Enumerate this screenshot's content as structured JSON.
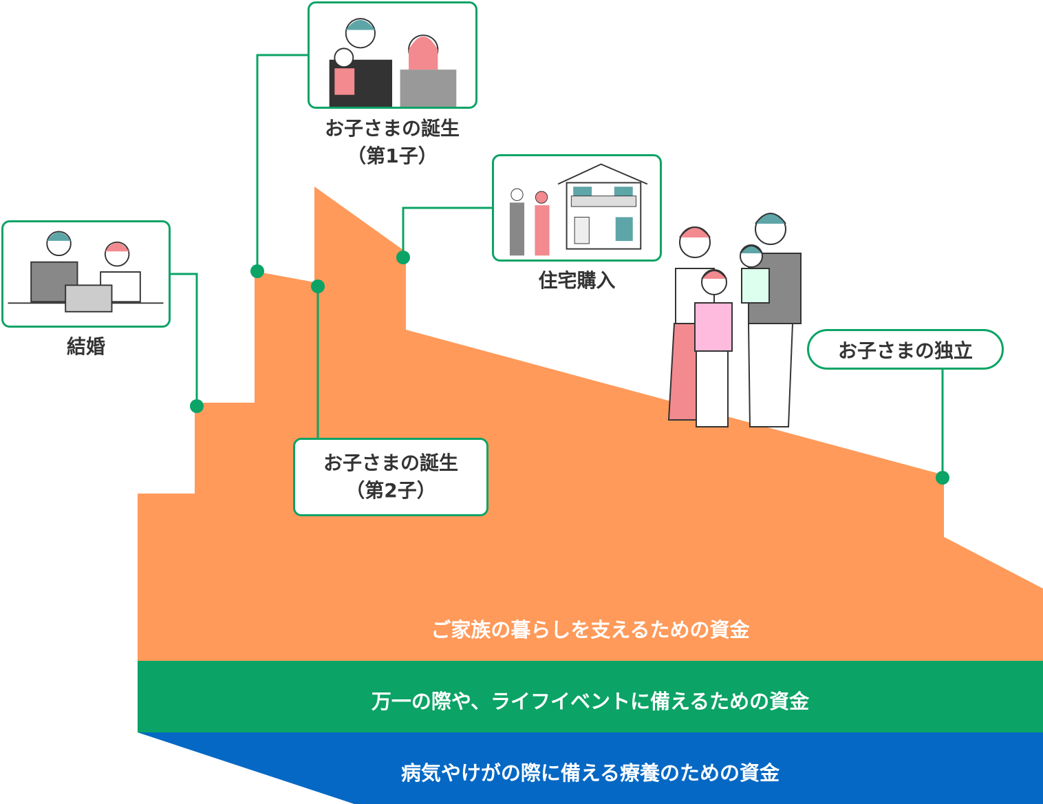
{
  "events": {
    "marriage": "結婚",
    "first_child_line1": "お子さまの誕生",
    "first_child_line2": "（第1子）",
    "second_child_line1": "お子さまの誕生",
    "second_child_line2": "（第2子）",
    "house": "住宅購入",
    "independence": "お子さまの独立"
  },
  "bands": {
    "living": "ご家族の暮らしを支えるための資金",
    "emergency": "万一の際や、ライフイベントに備えるための資金",
    "medical": "病気やけがの際に備える療養のための資金"
  },
  "colors": {
    "orange": "#FF9A5A",
    "green": "#0BA366",
    "blue": "#0568C4"
  }
}
